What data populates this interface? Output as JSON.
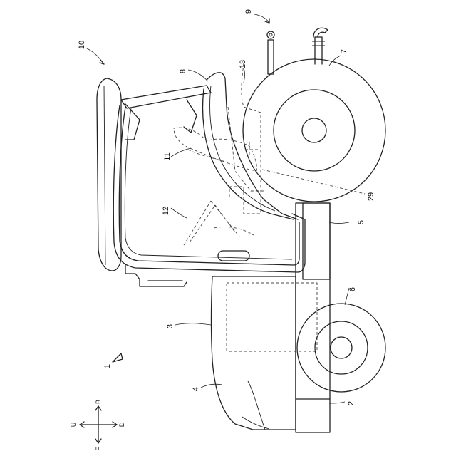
{
  "figure": {
    "labels": {
      "n1": "1",
      "n2": "2",
      "n3": "3",
      "n4": "4",
      "n5": "5",
      "n6": "6",
      "n7": "7",
      "n8": "8",
      "n9": "9",
      "n10": "10",
      "n11": "11",
      "n12": "12",
      "n13": "13",
      "n29": "29"
    },
    "directions": {
      "up": "U",
      "down": "D",
      "front": "F",
      "back": "B"
    }
  }
}
